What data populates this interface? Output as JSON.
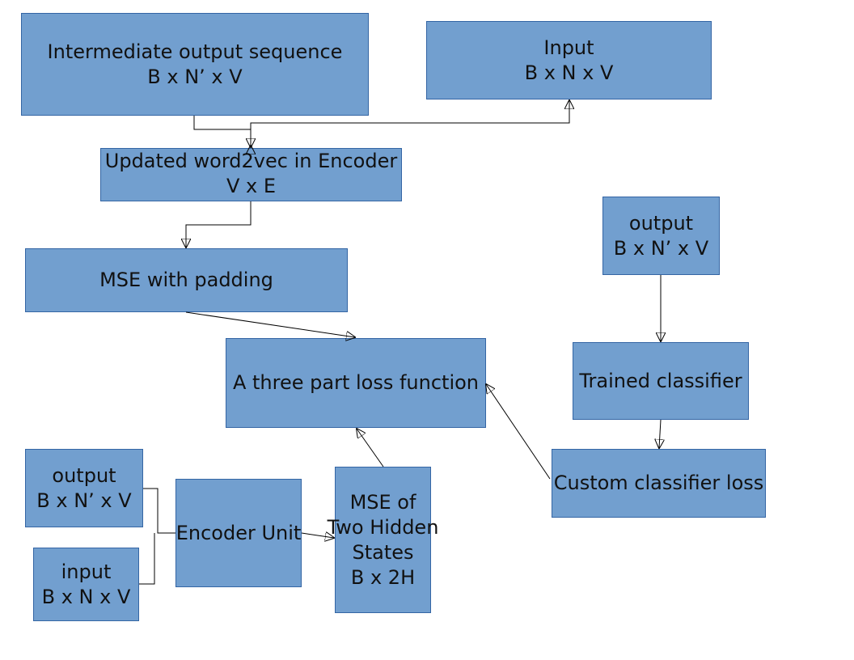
{
  "nodes": {
    "intermediate": [
      "Intermediate output sequence",
      "B x N’ x V"
    ],
    "input_top": [
      "Input",
      "B x N x V"
    ],
    "word2vec": [
      "Updated word2vec in Encoder",
      "V x E"
    ],
    "mse_padding": [
      "MSE with padding"
    ],
    "loss": [
      "A three part loss function"
    ],
    "output_right": [
      "output",
      "B x N’ x V"
    ],
    "classifier": [
      "Trained classifier"
    ],
    "classifier_loss": [
      "Custom classifier loss"
    ],
    "output_left": [
      "output",
      "B x N’ x V"
    ],
    "input_left": [
      "input",
      "B x N x V"
    ],
    "encoder": [
      "Encoder Unit"
    ],
    "mse_hidden": [
      "MSE of",
      "Two Hidden",
      "States",
      "B x 2H"
    ]
  },
  "colors": {
    "box_fill": "#729fcf",
    "box_border": "#3465a4",
    "line": "#000000"
  }
}
